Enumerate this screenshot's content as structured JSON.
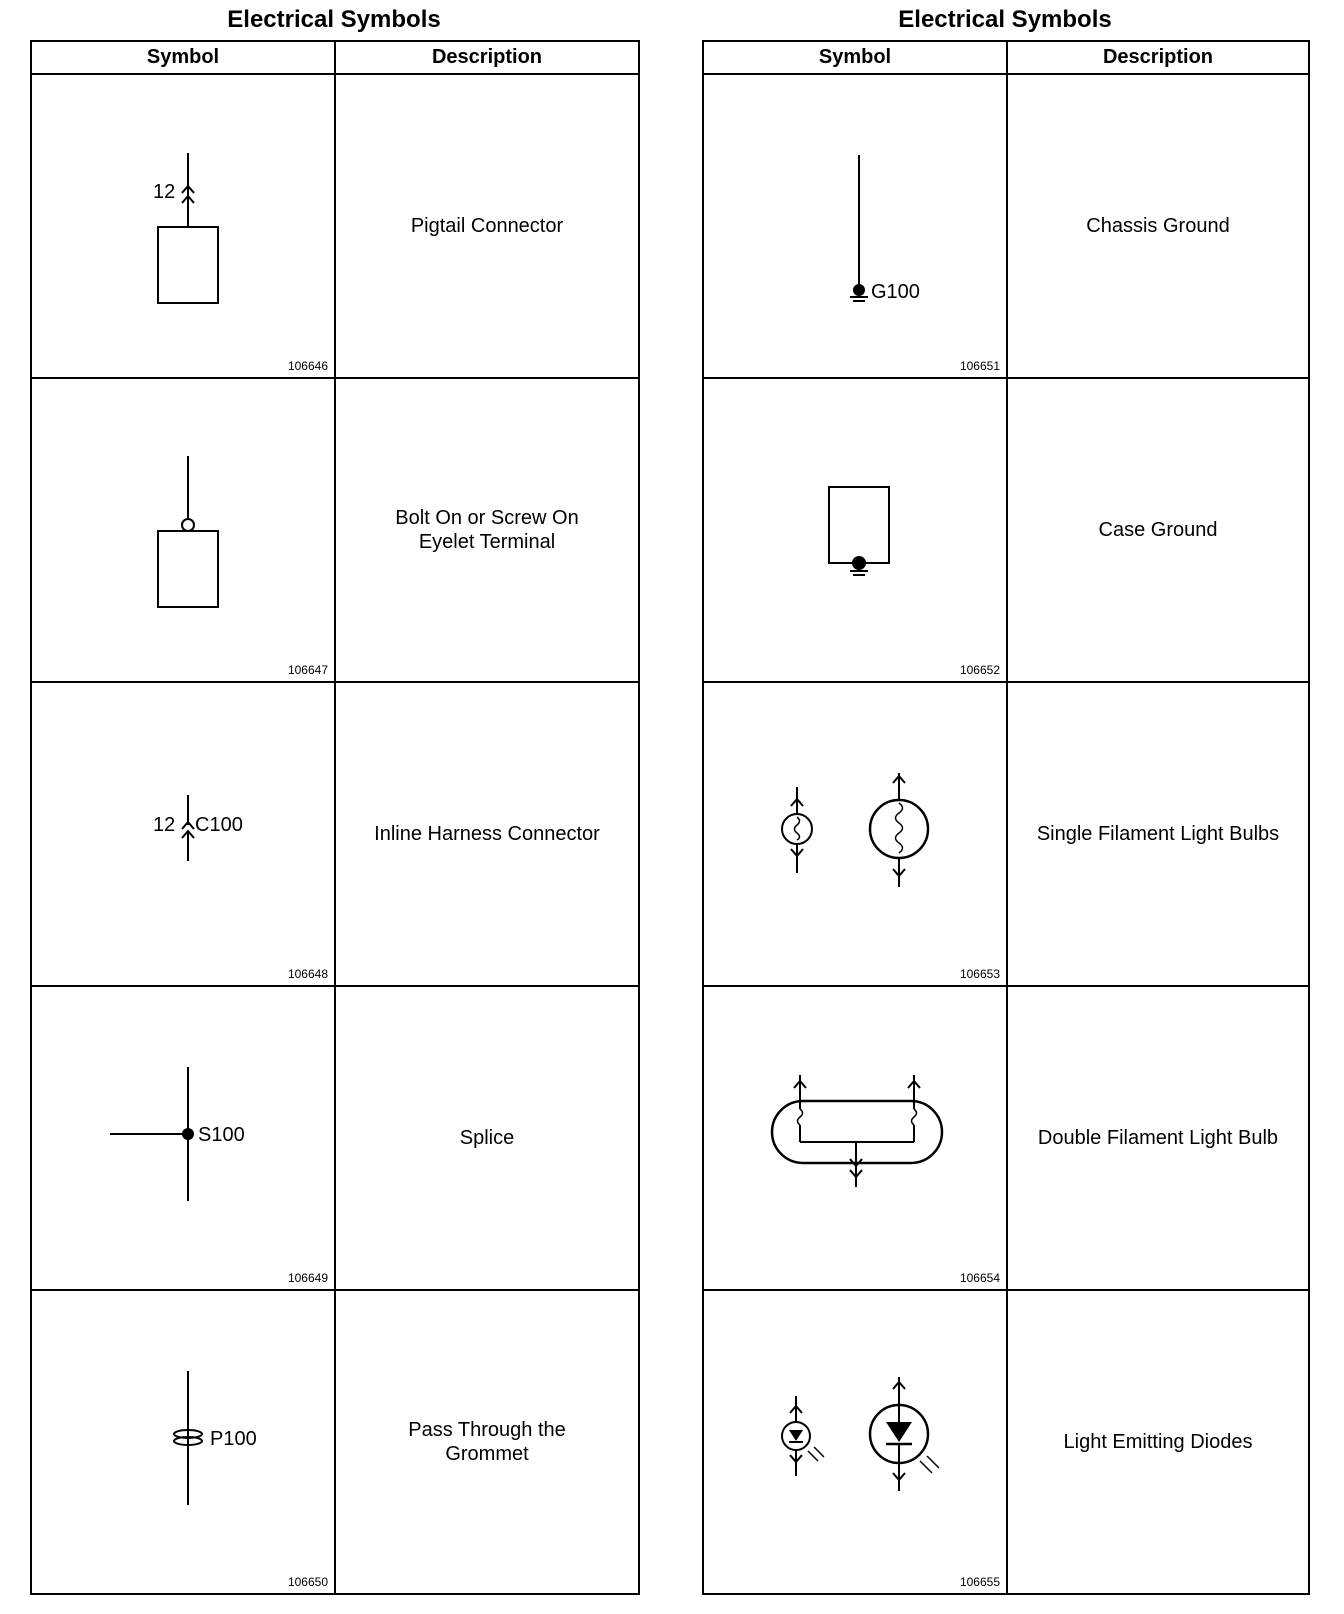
{
  "left": {
    "title": "Electrical Symbols",
    "headers": {
      "symbol": "Symbol",
      "description": "Description"
    },
    "rows": [
      {
        "label": "12",
        "figure": "106646",
        "description": [
          "Pigtail Connector"
        ]
      },
      {
        "label": "",
        "figure": "106647",
        "description": [
          "Bolt On or Screw On",
          "Eyelet Terminal"
        ]
      },
      {
        "label": "12",
        "label2": "C100",
        "figure": "106648",
        "description": [
          "Inline Harness Connector"
        ]
      },
      {
        "label": "S100",
        "figure": "106649",
        "description": [
          "Splice"
        ]
      },
      {
        "label": "P100",
        "figure": "106650",
        "description": [
          "Pass Through the",
          "Grommet"
        ]
      }
    ]
  },
  "right": {
    "title": "Electrical Symbols",
    "headers": {
      "symbol": "Symbol",
      "description": "Description"
    },
    "rows": [
      {
        "label": "G100",
        "figure": "106651",
        "description": [
          "Chassis Ground"
        ]
      },
      {
        "label": "",
        "figure": "106652",
        "description": [
          "Case Ground"
        ]
      },
      {
        "label": "",
        "figure": "106653",
        "description": [
          "Single Filament Light Bulbs"
        ]
      },
      {
        "label": "",
        "figure": "106654",
        "description": [
          "Double Filament Light Bulb"
        ]
      },
      {
        "label": "",
        "figure": "106655",
        "description": [
          "Light Emitting Diodes"
        ]
      }
    ]
  }
}
